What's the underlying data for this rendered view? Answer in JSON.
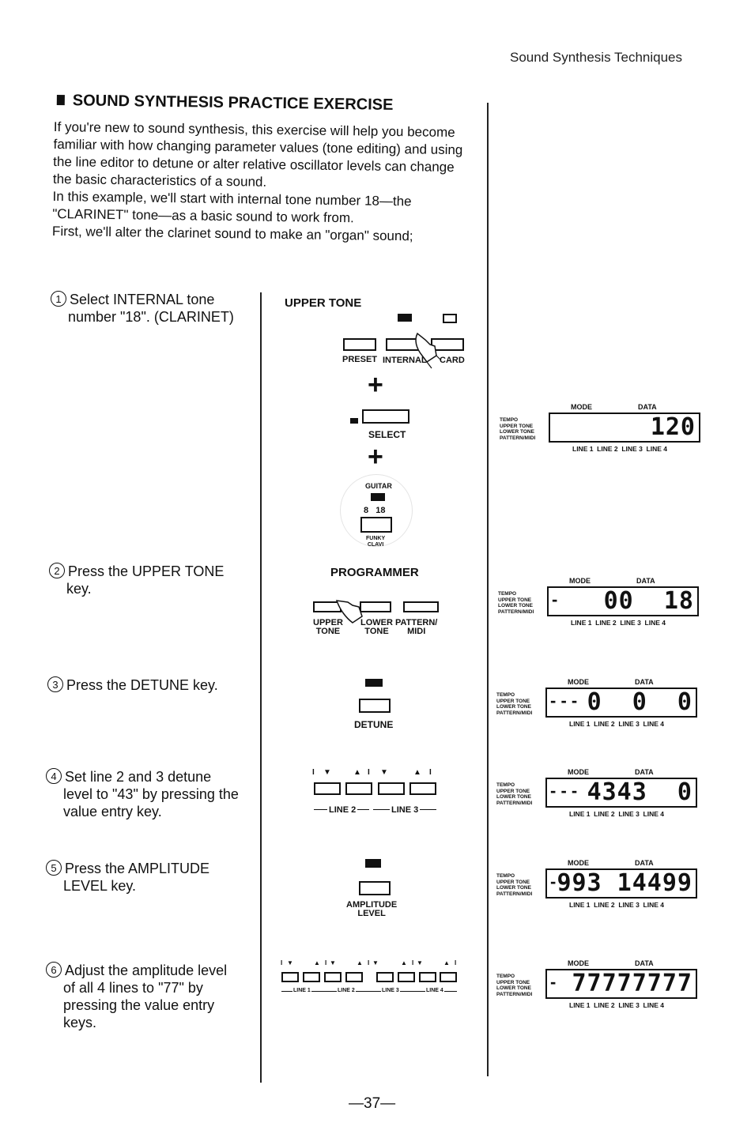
{
  "header": "Sound Synthesis Techniques",
  "title": "SOUND SYNTHESIS PRACTICE EXERCISE",
  "intro": [
    "If you're new to sound synthesis, this exercise will help you become familiar with how changing parameter values (tone editing) and using the line editor to detune or alter relative oscillator levels can change the basic characteristics of a sound.",
    "In this example, we'll start with internal tone number 18—the \"CLARINET\" tone—as a basic sound to work from.",
    "First, we'll alter the clarinet sound to make an \"organ\" sound;"
  ],
  "steps": [
    {
      "num": "1",
      "line1": "Select INTERNAL tone",
      "rest": "number \"18\". (CLARINET)"
    },
    {
      "num": "2",
      "line1": "Press the UPPER TONE",
      "rest": "key."
    },
    {
      "num": "3",
      "line1": "Press the DETUNE key.",
      "rest": ""
    },
    {
      "num": "4",
      "line1": "Set line 2 and 3 detune",
      "rest": "level to \"43\" by pressing the value entry key."
    },
    {
      "num": "5",
      "line1": "Press the AMPLITUDE",
      "rest": "LEVEL key."
    },
    {
      "num": "6",
      "line1": "Adjust the amplitude level",
      "rest": "of all 4 lines to \"77\" by pressing the value entry keys."
    }
  ],
  "panel": {
    "upper_tone": "UPPER TONE",
    "preset": "PRESET",
    "internal": "INTERNAL",
    "card": "CARD",
    "select": "SELECT",
    "guitar": "GUITAR",
    "tone_numbers": "8   18",
    "funky_clavi": "FUNKY\nCLAVI",
    "programmer": "PROGRAMMER",
    "upper_tone_key": "UPPER\nTONE",
    "lower_tone_key": "LOWER\nTONE",
    "pattern_midi_key": "PATTERN/\nMIDI",
    "detune": "DETUNE",
    "line2": "LINE 2",
    "line3": "LINE 3",
    "amplitude_level": "AMPLITUDE\nLEVEL",
    "line_labels": [
      "LINE 1",
      "LINE 2",
      "LINE 3",
      "LINE 4"
    ]
  },
  "lcd_labels": {
    "mode": "MODE",
    "data": "DATA",
    "side": [
      "TEMPO",
      "UPPER TONE",
      "LOWER TONE",
      "PATTERN/MIDI"
    ],
    "lines": "LINE 1  LINE 2  LINE 3  LINE 4"
  },
  "lcds": [
    {
      "text": "120",
      "left_mark": ""
    },
    {
      "text": "00  18",
      "left_mark": "-"
    },
    {
      "text": "0  0  0",
      "left_mark": "- - -"
    },
    {
      "text": "4343  0",
      "left_mark": "- - -"
    },
    {
      "text": "993 14499",
      "left_mark": "-"
    },
    {
      "text": "77777777",
      "left_mark": "-"
    }
  ],
  "page_number": "—37—"
}
